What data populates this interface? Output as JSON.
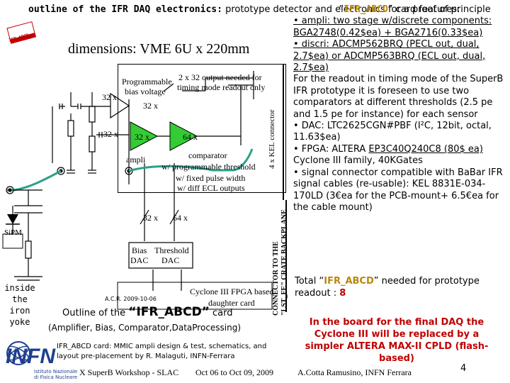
{
  "header": {
    "title_bold": "outline of the IFR DAQ electronics:",
    "title_rest": " prototype detector and electronics for a proof of principle"
  },
  "diagram": {
    "dimensions": "dimensions: VME 6U x 220mm",
    "programmable_bias": "Programmable",
    "bias_voltage": "bias voltage",
    "label_32x_a": "32 x",
    "label_32x_b": "32 x",
    "label_32x_c": "32 x",
    "label_32x_d": "32 x",
    "label_64x_a": "64 x",
    "label_32x_e": "32 x",
    "label_64x_b": "64 x",
    "output_note_1": "2 x 32 output needed for",
    "output_note_2": "timing mode readout only",
    "ampli": "ampli",
    "comparator_1": "comparator",
    "comparator_2": "w/ programmable threshold",
    "comparator_3": "w/ fixed pulse width",
    "comparator_4": "w/ diff ECL outputs",
    "bias_dac_1": "Bias",
    "bias_dac_2": "DAC",
    "threshold_dac_1": "Threshold",
    "threshold_dac_2": "DAC",
    "fpga_1": "Cyclone III FPGA based",
    "fpga_2": "daughter card",
    "kel_connector": "4 x KEL connector",
    "crate_bp_1": "CONNECTOR TO THE",
    "crate_bp_2": "\"LST_FE\" CRATE BACKPLANE",
    "sipm": "SiPM",
    "inside": [
      "inside",
      "the",
      "iron",
      "yoke"
    ],
    "acr": "A.C.R. 2009-10-06",
    "outline_prefix": "Outline of the ",
    "outline_name": "“IFR_ABCD”",
    "outline_suffix": " card",
    "acronym": "(Amplifier, Bias, Comparator,DataProcessing)",
    "card_note": "IFR_ABCD card: MMIC ampli design & test, schematics, and layout pre-placement by R. Malaguti, INFN-Ferrara",
    "sticker_text": "IFR_ABCD"
  },
  "features": {
    "header_pre": "“",
    "header_name": "IFR_ABCD",
    "header_post": "” card features:",
    "b1": "• ampli: two stage w/discrete components: BGA2748(0.42$ea) + BGA2716(0.33$ea)",
    "b2": "• discri: ADCMP562BRQ (PECL out, dual, 2.7$ea) or ADCMP563BRQ (ECL out, dual, 2.7$ea)",
    "p1": "For the readout in timing mode of the SuperB IFR prototype it is foreseen to use two comparators at different thresholds (2.5 pe and 1.5 pe for instance) for each sensor",
    "b3": "• DAC: LTC2625CGN#PBF (I²C, 12bit, octal, 11.63$ea)",
    "b4_pre": "• FPGA: ALTERA ",
    "b4_link": "EP3C40Q240C8 (80$ ea)",
    "b4_post": " Cyclone III family, 40KGates",
    "b5": "• signal connector compatible with BaBar IFR signal cables (re-usable): KEL 8831E-034-170LD (3€ea for the PCB-mount+ 6.5€ea for the cable mount)",
    "total_pre": "Total “",
    "total_name": "IFR_ABCD",
    "total_mid": "” needed for prototype readout : ",
    "total_num": "8",
    "final": "In the board for the final DAQ the Cyclone III will be replaced by a simpler ALTERA MAX-II CPLD (flash-based)"
  },
  "footer": {
    "workshop": "X SuperB Workshop - SLAC",
    "dates": "Oct 06 to Oct 09, 2009",
    "author": "A.Cotta Ramusino, INFN Ferrara",
    "page": "4"
  },
  "logo": {
    "name": "INFN",
    "sub1": "Istituto Nazionale",
    "sub2": "di Fisica Nucleare"
  },
  "colors": {
    "amp_green": "#33cc33",
    "cable_teal": "#2aa08a",
    "red_text": "#c00000",
    "orange_name": "#b8860b",
    "logo_blue": "#1f3f8f"
  }
}
